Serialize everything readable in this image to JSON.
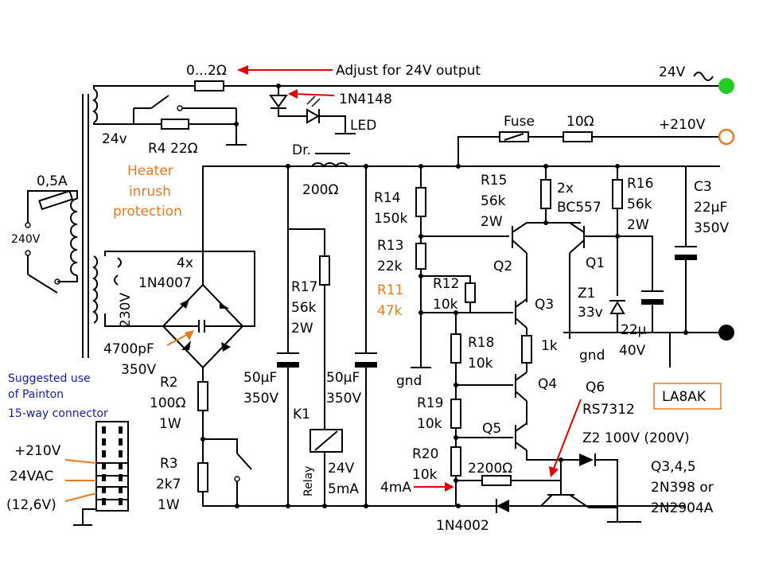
{
  "labels": {
    "pot_range": "0...2Ω",
    "adjust_note": "Adjust for 24V output",
    "out_24v": "24V",
    "diode_1n4148": "1N4148",
    "led": "LED",
    "fuse": "Fuse",
    "r_10ohm": "10Ω",
    "out_210v": "+210V",
    "sec_24v": "24v",
    "r4": "R4 22Ω",
    "dr": "Dr.",
    "dr_val": "200Ω",
    "heater_1": "Heater",
    "heater_2": "inrush",
    "heater_3": "protection",
    "fuse_05a": "0,5A",
    "mains_240v": "240V",
    "sec_230v": "230V",
    "bridge_qty": "4x",
    "bridge_type": "1N4007",
    "cap_bridge_1": "4700pF",
    "cap_bridge_2": "350V",
    "r2_1": "R2",
    "r2_2": "100Ω",
    "r2_3": "1W",
    "r3_1": "R3",
    "r3_2": "2k7",
    "r3_3": "1W",
    "c1_1": "50μF",
    "c1_2": "350V",
    "r17_1": "R17",
    "r17_2": "56k",
    "r17_3": "2W",
    "c2_1": "50μF",
    "c2_2": "350V",
    "k1": "K1",
    "relay": "Relay",
    "relay_v": "24V",
    "relay_i": "5mA",
    "r14_1": "R14",
    "r14_2": "150k",
    "r13_1": "R13",
    "r13_2": "22k",
    "r11_1": "R11",
    "r11_2": "47k",
    "r12_1": "R12",
    "r12_2": "10k",
    "gnd": "gnd",
    "r18_1": "R18",
    "r18_2": "10k",
    "r19_1": "R19",
    "r19_2": "10k",
    "r20_1": "R20",
    "r20_2": "10k",
    "current_4ma": "4mA",
    "d_1n4002": "1N4002",
    "r15_1": "R15",
    "r15_2": "56k",
    "r15_3": "2W",
    "q1q2_1": "2x",
    "q1q2_2": "BC557",
    "r16_1": "R16",
    "r16_2": "56k",
    "r16_3": "2W",
    "c3_1": "C3",
    "c3_2": "22μF",
    "c3_3": "350V",
    "q1": "Q1",
    "q2": "Q2",
    "q3": "Q3",
    "q4": "Q4",
    "q5": "Q5",
    "r_1k": "1k",
    "z1_1": "Z1",
    "z1_2": "33v",
    "c_22u_1": "22μ",
    "c_22u_2": "40V",
    "gnd2": "gnd",
    "la8ak": "LA8AK",
    "q6_1": "Q6",
    "q6_2": "RS7312",
    "z2": "Z2 100V (200V)",
    "r_2200": "2200Ω",
    "qtypes_1": "Q3,4,5",
    "qtypes_2": "2N398 or",
    "qtypes_3": "2N2904A",
    "conn_1": "Suggested use",
    "conn_2": "of Painton",
    "conn_3": "15-way connector",
    "conn_210": "+210V",
    "conn_24vac": "24VAC",
    "conn_126": "(12,6V)"
  },
  "colors": {
    "wire": "#000000",
    "annotation_orange": "#e87a1e",
    "annotation_blue": "#1a1aa8",
    "arrow_red": "#e00000",
    "terminal_green": "#22cc22",
    "terminal_orange": "#e87a1e"
  }
}
